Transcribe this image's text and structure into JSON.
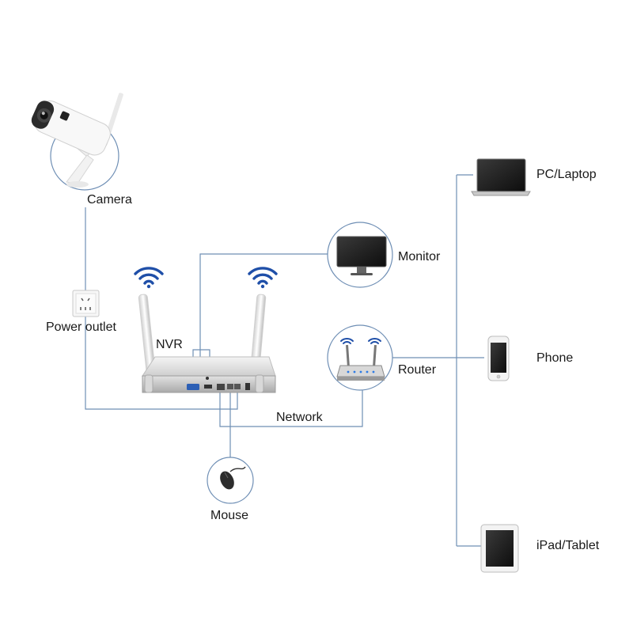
{
  "diagram": {
    "labels": {
      "camera": "Camera",
      "power_outlet": "Power outlet",
      "nvr": "NVR",
      "monitor": "Monitor",
      "router": "Router",
      "network": "Network",
      "mouse": "Mouse",
      "pc_laptop": "PC/Laptop",
      "phone": "Phone",
      "tablet": "iPad/Tablet"
    },
    "line_color": "#6f8fb5",
    "wifi_color": "#1f4fa8"
  }
}
